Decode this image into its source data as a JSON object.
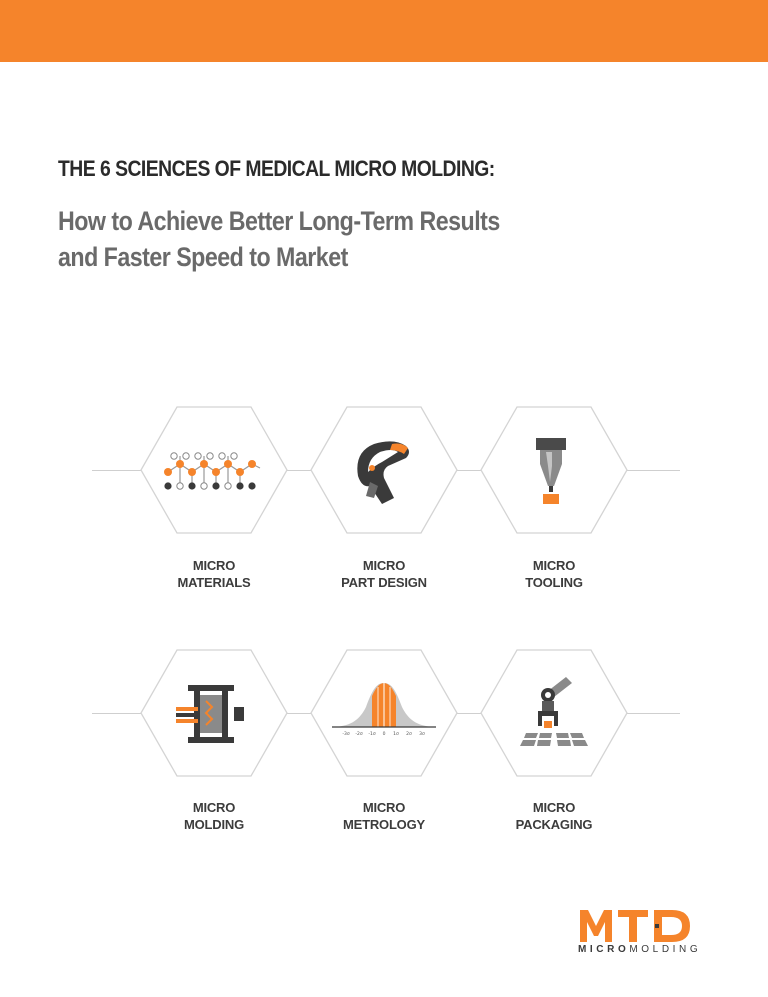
{
  "header": {
    "title": "THE 6 SCIENCES OF MEDICAL MICRO MOLDING:",
    "subtitle_line1": "How to Achieve Better Long-Term Results",
    "subtitle_line2": "and Faster Speed to Market"
  },
  "sciences": [
    {
      "line1": "MICRO",
      "line2": "MATERIALS",
      "icon": "molecule-chain-icon"
    },
    {
      "line1": "MICRO",
      "line2": "PART DESIGN",
      "icon": "clamp-part-icon"
    },
    {
      "line1": "MICRO",
      "line2": "TOOLING",
      "icon": "nozzle-tool-icon"
    },
    {
      "line1": "MICRO",
      "line2": "MOLDING",
      "icon": "injection-mold-icon"
    },
    {
      "line1": "MICRO",
      "line2": "METROLOGY",
      "icon": "bell-curve-icon"
    },
    {
      "line1": "MICRO",
      "line2": "PACKAGING",
      "icon": "robot-gripper-icon"
    }
  ],
  "metrology_axis_ticks": [
    "-3σ",
    "-2σ",
    "-1σ",
    "0",
    "1σ",
    "2σ",
    "3σ"
  ],
  "logo": {
    "mark": "MTD",
    "word_bold": "MICRO",
    "word_regular": "MOLDING"
  },
  "colors": {
    "accent": "#f5842b",
    "dark": "#3a3a3a",
    "hex_outline": "#d4d4d4"
  }
}
